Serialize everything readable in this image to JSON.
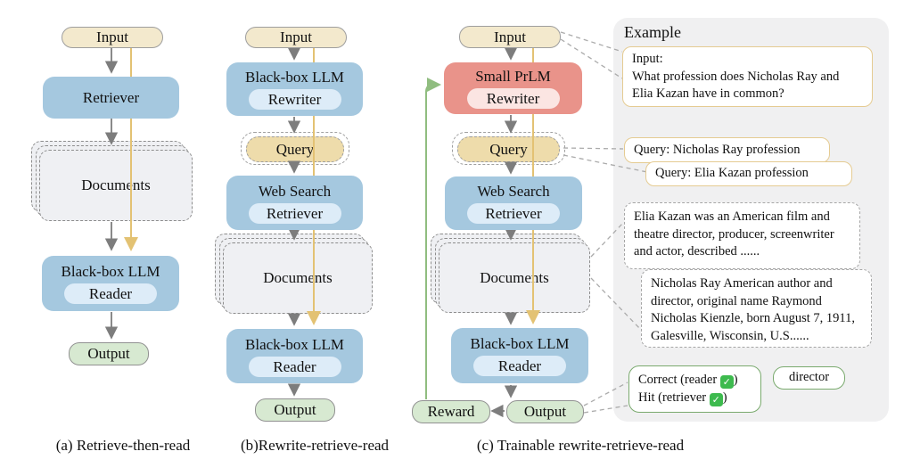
{
  "figure": {
    "type": "three-pipeline comparison diagram with example panel"
  },
  "diagrams": {
    "a": {
      "caption": "(a) Retrieve-then-read",
      "input": "Input",
      "retriever": "Retriever",
      "documents": "Documents",
      "reader_title": "Black-box LLM",
      "reader_sub": "Reader",
      "output": "Output"
    },
    "b": {
      "caption": "(b)Rewrite-retrieve-read",
      "input": "Input",
      "rewriter_title": "Black-box LLM",
      "rewriter_sub": "Rewriter",
      "query": "Query",
      "retriever_title": "Web Search",
      "retriever_sub": "Retriever",
      "documents": "Documents",
      "reader_title": "Black-box LLM",
      "reader_sub": "Reader",
      "output": "Output"
    },
    "c": {
      "caption": "(c) Trainable rewrite-retrieve-read",
      "input": "Input",
      "rewriter_title": "Small PrLM",
      "rewriter_sub": "Rewriter",
      "query": "Query",
      "retriever_title": "Web Search",
      "retriever_sub": "Retriever",
      "documents": "Documents",
      "reader_title": "Black-box LLM",
      "reader_sub": "Reader",
      "output": "Output",
      "reward": "Reward"
    }
  },
  "example": {
    "title": "Example",
    "input_box": {
      "line1": "Input:",
      "line2": "What profession does Nicholas Ray and",
      "line3": "Elia Kazan have in common?"
    },
    "query1": "Query: Nicholas Ray profession",
    "query2": "Query: Elia Kazan profession",
    "doc1": "Elia Kazan was an American film and theatre director, producer, screenwriter and actor, described  ......",
    "doc2": "Nicholas Ray American author and director, original name Raymond Nicholas Kienzle, born August 7, 1911, Galesville, Wisconsin, U.S......",
    "result": {
      "line1_pre": "Correct (reader ",
      "line1_post": ")",
      "line2_pre": "Hit (retriever ",
      "line2_post": ")",
      "check": "✓"
    },
    "answer": "director"
  },
  "colors": {
    "cream_fill": "#f3e9cd",
    "query_fill": "#eedcab",
    "blue_fill": "#a5c8df",
    "blue_inner": "#ddecf8",
    "red_fill": "#e9938a",
    "red_inner": "#fbe5e2",
    "documents_fill": "#eff0f3",
    "green_fill": "#d7e9d1",
    "panel_fill": "#f0f0f1",
    "gray_arrow": "#7d7d7d",
    "yellow_arrow": "#e3c273",
    "green_arrow": "#90bd80",
    "tan_border": "#e5cb92",
    "green_border": "#7aaa6e",
    "check_green": "#3dba4e"
  }
}
